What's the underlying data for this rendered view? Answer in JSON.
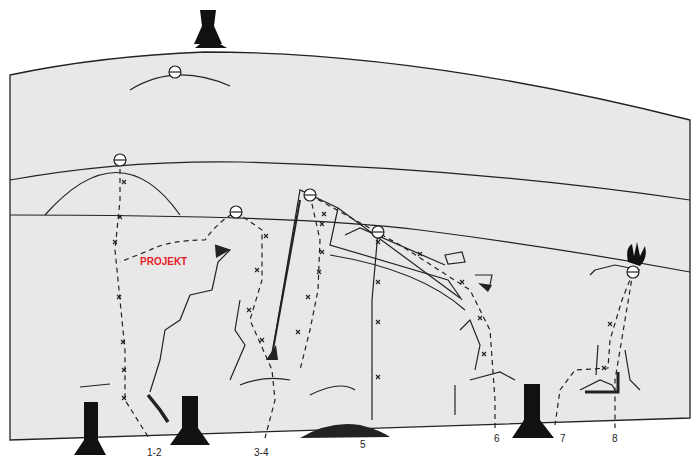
{
  "diagram": {
    "labels": [
      "PROJEKT",
      "1-2",
      "3-4",
      "5",
      "6",
      "7",
      "8"
    ]
  }
}
